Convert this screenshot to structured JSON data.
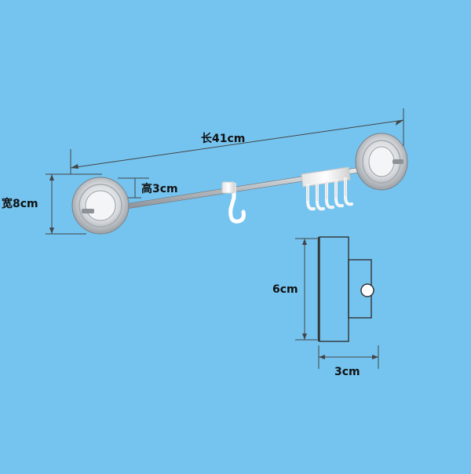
{
  "labels": {
    "length": "长41cm",
    "width": "宽8cm",
    "height": "高3cm",
    "side_height": "6cm",
    "side_width": "3cm"
  },
  "colors": {
    "background": "#75c4f0",
    "dimension_line": "#444444",
    "chrome": "#c9ccd0",
    "hook": "#f2f2f2"
  }
}
